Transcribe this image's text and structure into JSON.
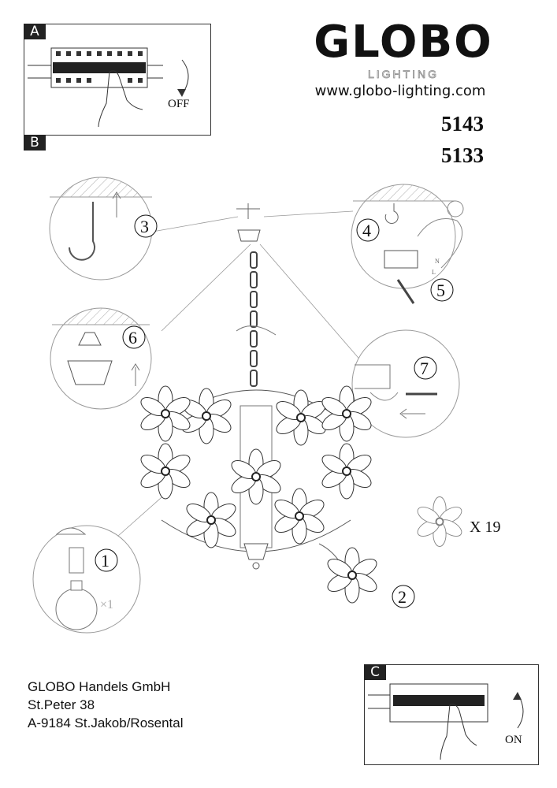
{
  "header": {
    "brand": "GLOBO",
    "sub_brand": "LIGHTING",
    "website": "www.globo-lighting.com",
    "model_numbers": [
      "5143",
      "5133"
    ]
  },
  "panel_a": {
    "tag": "A",
    "label": "OFF"
  },
  "panel_b": {
    "tag": "B"
  },
  "panel_c": {
    "tag": "C",
    "label": "ON"
  },
  "steps": {
    "s1": "1",
    "s2": "2",
    "s3": "3",
    "s4": "4",
    "s5": "5",
    "s6": "6",
    "s7": "7",
    "bulb_qty": "×1",
    "wire_n": "N",
    "wire_l": "L"
  },
  "parts": {
    "crystal_flower_qty": "X 19"
  },
  "address": [
    "GLOBO Handels GmbH",
    "St.Peter 38",
    "A-9184 St.Jakob/Rosental"
  ]
}
